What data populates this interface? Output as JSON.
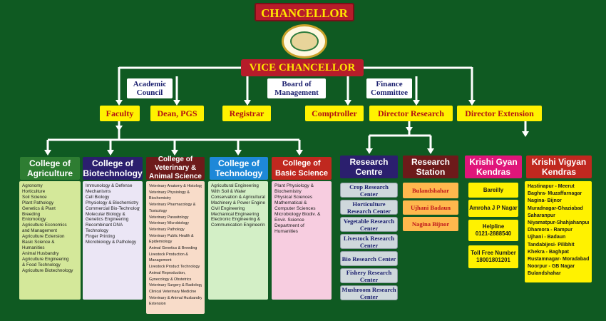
{
  "top": {
    "chancellor": "CHANCELLOR",
    "vice_chancellor": "VICE CHANCELLOR"
  },
  "bodies": {
    "academic_council": "Academic Council",
    "board_of_management": "Board of Management",
    "finance_committee": "Finance Committee"
  },
  "officers": {
    "faculty": "Faculty",
    "dean_pgs": "Dean, PGS",
    "registrar": "Registrar",
    "comptroller": "Comptroller",
    "director_research": "Director Research",
    "director_extension": "Director Extension"
  },
  "colleges": [
    {
      "title": "College of Agriculture",
      "color": "#2e7d32",
      "body_color": "#d4e89a",
      "items": [
        "Agronomy",
        "Horticulture",
        "Soil Science",
        "Plant Pathology",
        "Genetics & Plant",
        "Breeding",
        "Entomology",
        "Agriculture Economics",
        "and Management",
        "Agriculture Extension",
        "Basic Science &",
        "Humanities",
        "Animal Husbandry",
        "Agriculture Engineering",
        "& Food Technology",
        "Agriculture Biotechnology"
      ]
    },
    {
      "title": "College of Biotechnology",
      "color": "#2b1f6e",
      "body_color": "#ebe6f5",
      "items": [
        "Immunology & Defense",
        "Mechanisms",
        "Cell Biology",
        "Physiology & Biochemistry",
        "Commercial Bio-Technology",
        "Molecular Biology &",
        "Genetics Engineering",
        "Recombinant DNA",
        "Technology",
        "Finger Printing",
        "Microbiology & Pathology"
      ]
    },
    {
      "title": "College of Veterinary & Animal Science",
      "color": "#6d1a1a",
      "body_color": "#f8dcc9",
      "items": [
        "Veterinary Anatomy & Histology",
        "Veterinary Physiology &",
        "Biochemistry",
        "Veterinary Pharmacology &",
        "Toxicology",
        "Veterinary Parasitology",
        "Veterinary Microbiology",
        "Veterinary Pathology",
        "Veterinary Public Health &",
        "Epidemiology",
        "Animal Genetics & Breeding",
        "Livestock Production &",
        "Management",
        "Livestock Product Technology",
        "Animal Reproduction,",
        "Gynecology & Obstetrics",
        "Veterinary Surgery & Radiology",
        "Clinical Veterinary Medicine",
        "Veterinary & Animal Husbandry",
        "Extension"
      ]
    },
    {
      "title": "College of Technology",
      "color": "#1e88d8",
      "body_color": "#d3efc6",
      "items": [
        "Agricultural Engineering",
        "With Soil & Water",
        "Conservation & Agricultural",
        "Machinery & Power Engineering",
        "",
        "Civil Engineering",
        "",
        "Mechanical Engineering",
        "",
        "Electronic Engineering &",
        "Communication Engineering"
      ]
    },
    {
      "title": "College of Basic Science",
      "color": "#c0281f",
      "body_color": "#f7cde0",
      "items": [
        "Plant Physiology &",
        "Biochemistry",
        "Physical Sciences",
        "Mathematical &",
        "Computer Sciences",
        "Microbiology Biodiv. &",
        "Envir. Science",
        "Department of",
        "Humanities"
      ]
    }
  ],
  "research_centre": {
    "title": "Research Centre",
    "items": [
      "Crop Research Center",
      "Horticulture Research Center",
      "Vegetable Research Center",
      "Livestock Research Center",
      "Bio Research Center",
      "Fishery Research Center",
      "Mushroom Research Center"
    ]
  },
  "research_station": {
    "title": "Research Station",
    "items": [
      "Bulandshahar",
      "Ujhani Badaun",
      "Nagina Bijnor"
    ]
  },
  "krishi_gyan": {
    "title": "Krishi Gyan Kendras",
    "items": [
      "Bareilly",
      "Amroha J P Nagar"
    ],
    "helpline_label": "Helpline",
    "helpline": "0121-2888540",
    "tollfree_label": "Toll Free Number",
    "tollfree": "18001801201"
  },
  "krishi_vigyan": {
    "title": "Krishi Vigyan Kendras",
    "items": [
      "Hastinapur - Meerut",
      "Baghra- Muzaffarnagar",
      "Nagina- Bijnor",
      "Muradnagar-Ghaziabad",
      "Saharanpur",
      "Niyamatpur-Shahjahanpur",
      "Dhamora - Rampur",
      "Ujhani - Badaun",
      "Tandabijesi- Pilibhit",
      "Khekra - Baghpat",
      "Rustamnagar- Moradabad",
      "Noorpur - GB Nagar",
      "Bulandshahar"
    ]
  },
  "colors": {
    "background": "#0f5a22",
    "title_red": "#b71c2a",
    "title_yellow": "#ffe600",
    "officer_yellow": "#fff200",
    "connector": "#ffffff"
  }
}
